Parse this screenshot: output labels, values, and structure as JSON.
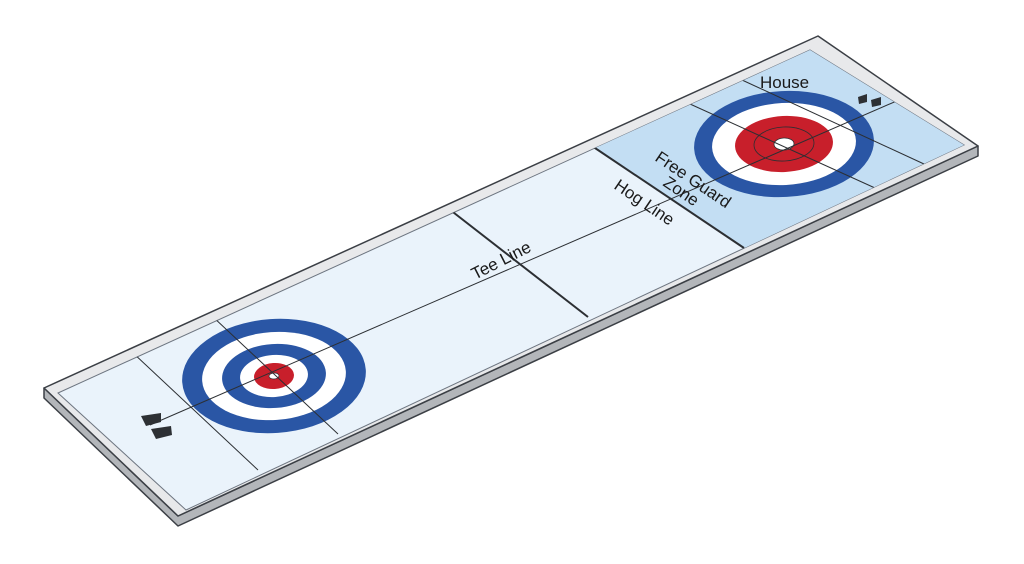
{
  "labels": {
    "house": "House",
    "free_guard_zone_line1": "Free Guard",
    "free_guard_zone_line2": "Zone",
    "hog_line": "Hog Line",
    "tee_line": "Tee Line"
  },
  "colors": {
    "background": "#ffffff",
    "ice": "#eaf3fb",
    "free_guard_zone": "#c3def3",
    "rim_top": "#e8e9eb",
    "rim_side": "#b3b6ba",
    "outline": "#3b3f45",
    "ring_blue": "#2a56a5",
    "ring_white": "#ffffff",
    "ring_red": "#c81f2b",
    "line": "#2c2f33",
    "hack": "#2d3034"
  },
  "icons": {
    "far_hack": "hack-icon",
    "near_hack": "hack-icon"
  }
}
